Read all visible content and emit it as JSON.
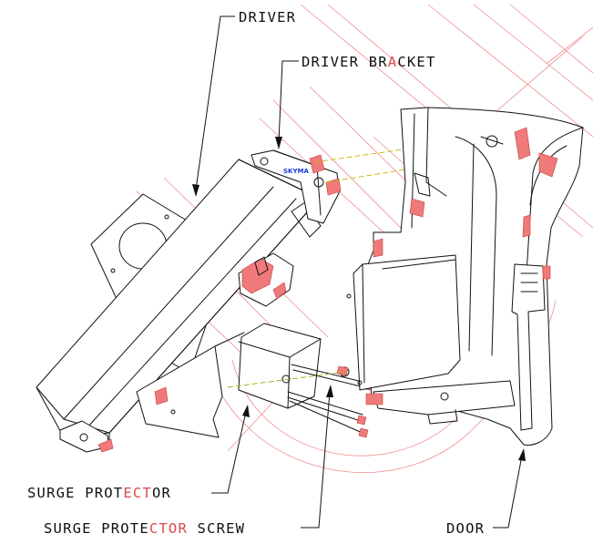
{
  "callouts": {
    "driver": "DRIVER",
    "driver_bracket": {
      "before": "DRIVER BR",
      "highlight": "A",
      "after": "CKET"
    },
    "surge_protector": {
      "before": "SURGE PROT",
      "highlight": "ECT",
      "after": "OR"
    },
    "surge_protector_screw": {
      "before": "SURGE PROTE",
      "highlight": "CTOR",
      "after": " SCREW"
    },
    "door": "DOOR"
  },
  "part_marking": "SKYMA",
  "colors": {
    "ink": "#111111",
    "highlight_red": "#f07a7a",
    "construction_red": "#ef8f8f",
    "hidden_line": "#c8b400",
    "marking_blue": "#1a3bd6"
  }
}
